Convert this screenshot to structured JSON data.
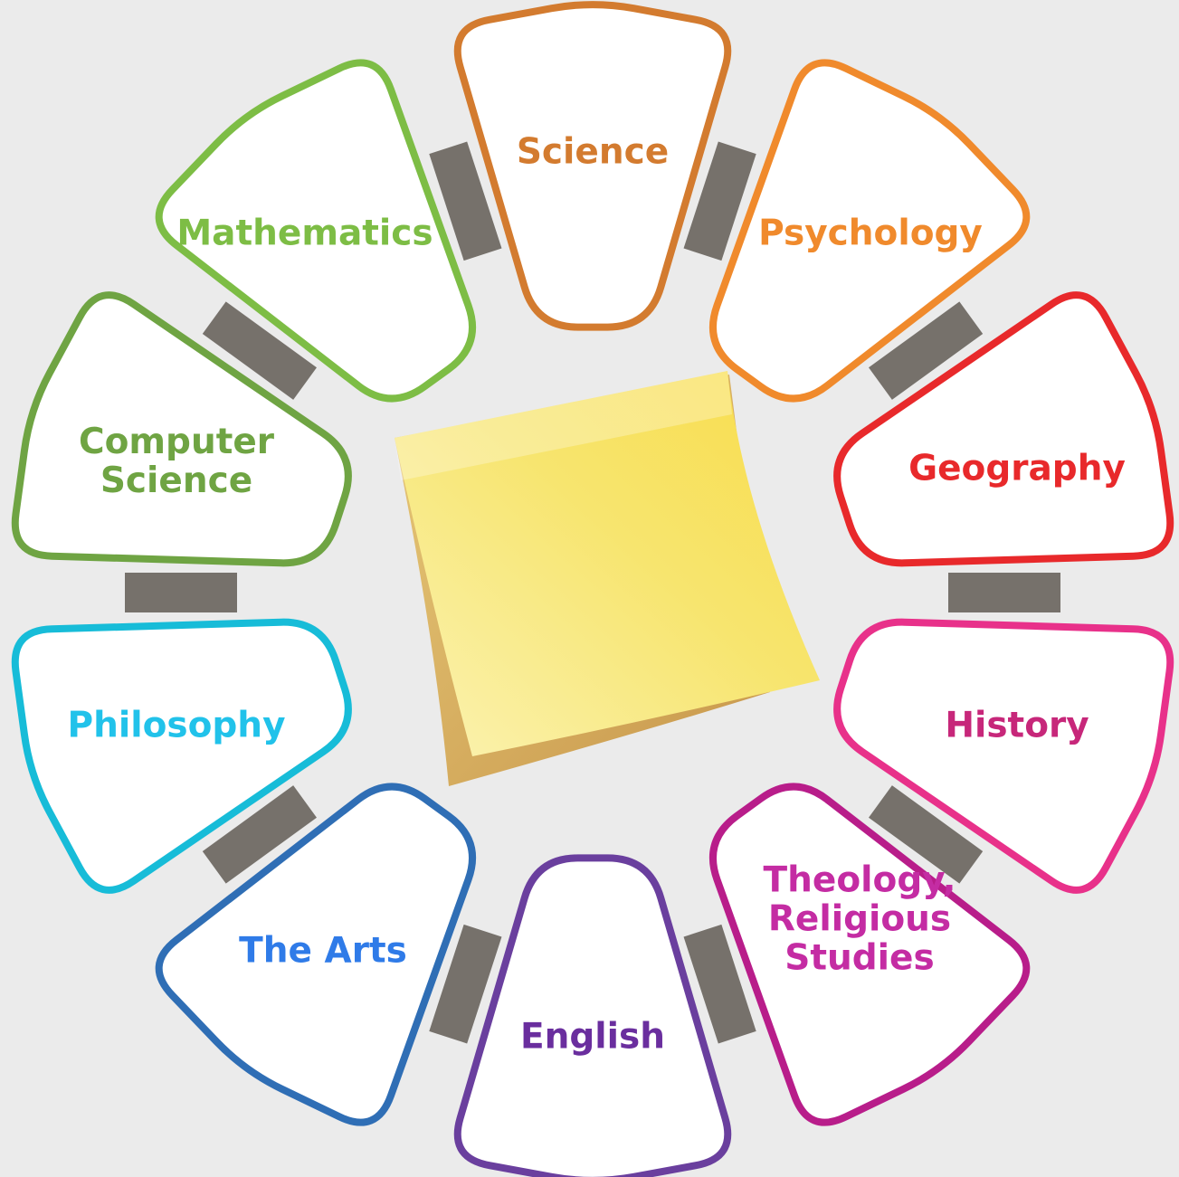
{
  "segments": [
    {
      "id": "science",
      "lines": [
        "Science"
      ],
      "color": "#d37b2f"
    },
    {
      "id": "psychology",
      "lines": [
        "Psychology"
      ],
      "color": "#f08a2c"
    },
    {
      "id": "geography",
      "lines": [
        "Geography"
      ],
      "color": "#e8292b"
    },
    {
      "id": "history",
      "lines": [
        "History"
      ],
      "color": "#e8318a",
      "text_color": "#c7277a"
    },
    {
      "id": "theology",
      "lines": [
        "Theology,",
        "Religious",
        "Studies"
      ],
      "color": "#b81d8a",
      "text_color": "#c42ca3"
    },
    {
      "id": "english",
      "lines": [
        "English"
      ],
      "color": "#6a3f9e",
      "text_color": "#6a2e9e"
    },
    {
      "id": "the-arts",
      "lines": [
        "The Arts"
      ],
      "color": "#2f6eb5",
      "text_color": "#2f7be8"
    },
    {
      "id": "philosophy",
      "lines": [
        "Philosophy"
      ],
      "color": "#17bcd8",
      "text_color": "#21c2ea"
    },
    {
      "id": "computer-science",
      "lines": [
        "Computer",
        "Science"
      ],
      "color": "#6fa443"
    },
    {
      "id": "mathematics",
      "lines": [
        "Mathematics"
      ],
      "color": "#7dbd45"
    }
  ],
  "center": {
    "object": "sticky-note",
    "note_color": "#f7e56f",
    "note_shadow_color": "#d8b25e"
  },
  "connector_color": "#76716b",
  "background_color": "#ebebeb"
}
